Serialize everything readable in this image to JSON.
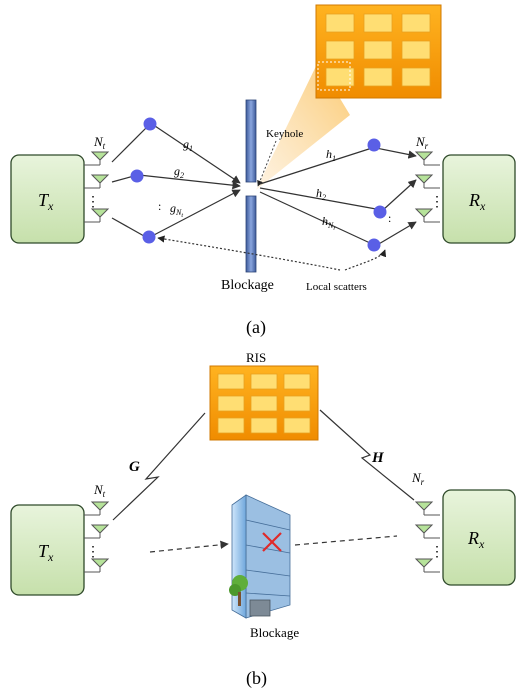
{
  "panel_a": {
    "tx_label": "T",
    "tx_sub": "x",
    "rx_label": "R",
    "rx_sub": "x",
    "nt_label": "N",
    "nt_sub": "t",
    "nr_label": "N",
    "nr_sub": "r",
    "g1": "g",
    "g1_sub": "1",
    "g2": "g",
    "g2_sub": "2",
    "gnt": "g",
    "gnt_sub": "N",
    "gnt_subsub": "t",
    "h1": "h",
    "h1_sub": "1",
    "h2": "h",
    "h2_sub": "2",
    "hnr": "h",
    "hnr_sub": "N",
    "hnr_subsub": "r",
    "keyhole": "Keyhole",
    "blockage": "Blockage",
    "local_scatters": "Local scatters",
    "caption": "(a)"
  },
  "panel_b": {
    "ris_label": "RIS",
    "G_label": "G",
    "H_label": "H",
    "tx_label": "T",
    "tx_sub": "x",
    "rx_label": "R",
    "rx_sub": "x",
    "nt_label": "N",
    "nt_sub": "t",
    "nr_label": "N",
    "nr_sub": "r",
    "blockage": "Blockage",
    "caption": "(b)"
  },
  "colors": {
    "box_fill": "#d8ecc6",
    "box_stroke": "#2f4a2a",
    "antenna": "#b6e39a",
    "scatter": "#5a5fe6",
    "ris_orange": "#f8a000",
    "ris_cell": "#ffde73",
    "blockage_bar": "#5b79b8"
  }
}
